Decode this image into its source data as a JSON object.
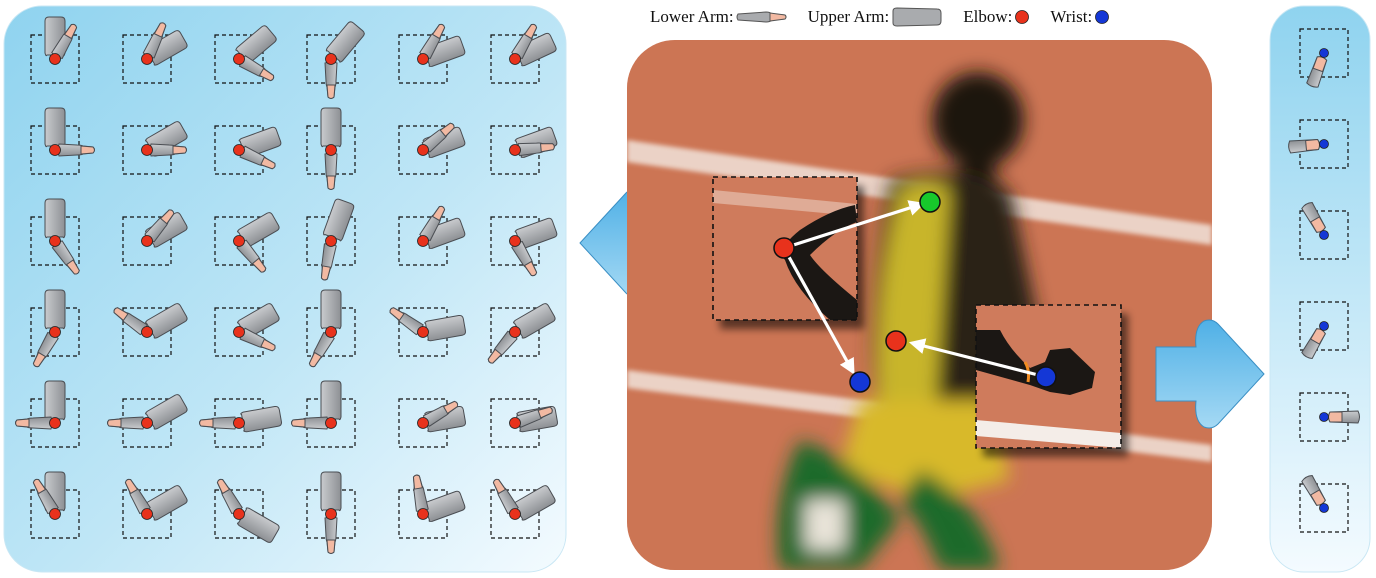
{
  "legend": {
    "lower_arm": "Lower Arm:",
    "upper_arm": "Upper Arm:",
    "elbow": "Elbow:",
    "wrist": "Wrist:"
  },
  "colors": {
    "elbow": "#e8321c",
    "wrist": "#1437d6",
    "shoulder": "#17c92b",
    "arm_gray": "#a9abae",
    "skin": "#f2b9a2",
    "panel_sky": "#8fd3ef",
    "arrow_blue": "#6bbde8",
    "track": "#c96e4e"
  },
  "icons": {
    "left_panel": "elbow-pose-clusters",
    "right_panel": "wrist-pose-clusters",
    "center": "runner-photo-with-joint-keypoints"
  },
  "elbow_clusters": {
    "rows": 6,
    "cols": 6,
    "angles": [
      [
        [
          -90,
          -60
        ],
        [
          -30,
          -65
        ],
        [
          -40,
          30
        ],
        [
          -50,
          90
        ],
        [
          -20,
          -60
        ],
        [
          -25,
          -60
        ]
      ],
      [
        [
          -90,
          0
        ],
        [
          -30,
          0
        ],
        [
          -20,
          25
        ],
        [
          -90,
          90
        ],
        [
          -20,
          -40
        ],
        [
          -20,
          -5
        ]
      ],
      [
        [
          -90,
          55
        ],
        [
          -30,
          -50
        ],
        [
          -30,
          50
        ],
        [
          -70,
          100
        ],
        [
          -20,
          -60
        ],
        [
          -20,
          60
        ]
      ],
      [
        [
          -90,
          120
        ],
        [
          -30,
          -145
        ],
        [
          -30,
          25
        ],
        [
          -90,
          120
        ],
        [
          -10,
          -145
        ],
        [
          -30,
          130
        ]
      ],
      [
        [
          -90,
          180
        ],
        [
          -30,
          180
        ],
        [
          -10,
          180
        ],
        [
          -90,
          180
        ],
        [
          -10,
          -30
        ],
        [
          -10,
          -20
        ]
      ],
      [
        [
          -90,
          -120
        ],
        [
          -30,
          -120
        ],
        [
          30,
          -120
        ],
        [
          -90,
          90
        ],
        [
          -20,
          -100
        ],
        [
          -30,
          -120
        ]
      ]
    ]
  },
  "wrist_clusters": {
    "angles": [
      110,
      175,
      -120,
      120,
      0,
      -120
    ]
  }
}
